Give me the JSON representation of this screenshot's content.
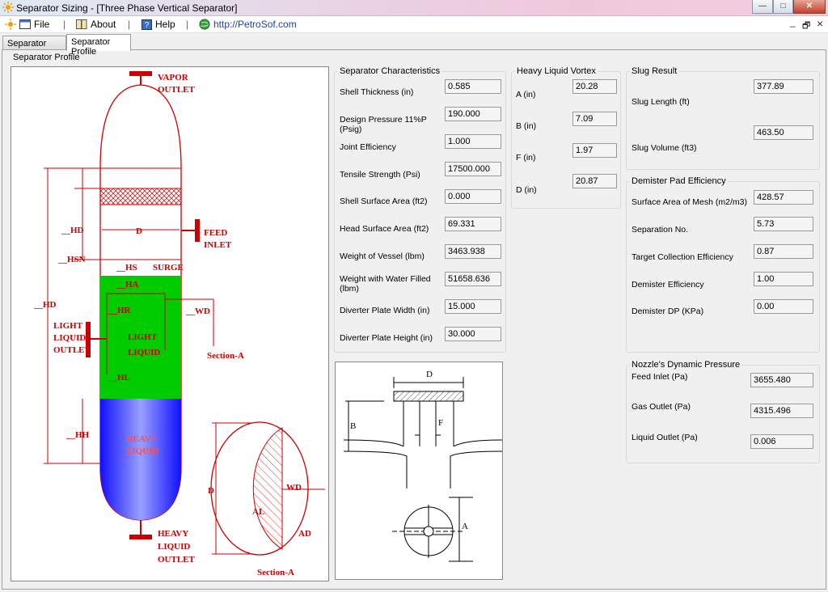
{
  "window": {
    "title": "Separator Sizing - [Three Phase Vertical Separator]",
    "minimize": "0",
    "maximize": "1",
    "close": "r"
  },
  "menu": {
    "file": "File",
    "about": "About",
    "help": "Help",
    "link": "http://PetroSof.com",
    "sep": "|",
    "mdi_min": "_",
    "mdi_restore": "🗗",
    "mdi_close": "×"
  },
  "tabs": [
    "Separator Sizing",
    "Separator Profile"
  ],
  "page_title": "Separator Profile",
  "characteristics": {
    "title": "Separator Characteristics",
    "fields": [
      {
        "label": "Shell Thickness (in)",
        "value": "0.585"
      },
      {
        "label": "Design Pressure 11%P (Psig)",
        "value": "190.000"
      },
      {
        "label": "Joint Efficiency",
        "value": "1.000"
      },
      {
        "label": "Tensile Strength (Psi)",
        "value": "17500.000"
      },
      {
        "label": "Shell Surface Area (ft2)",
        "value": "0.000"
      },
      {
        "label": "Head Surface Area (ft2)",
        "value": "69.331"
      },
      {
        "label": "Weight of Vessel (lbm)",
        "value": "3463.938"
      },
      {
        "label": "Weight with Water Filled (lbm)",
        "value": "51658.636"
      },
      {
        "label": "Diverter Plate Width (in)",
        "value": "15.000"
      },
      {
        "label": "Diverter Plate Height (in)",
        "value": "30.000"
      }
    ]
  },
  "vortex": {
    "title": "Heavy Liquid Vortex",
    "fields": [
      {
        "label": "A (in)",
        "value": "20.28"
      },
      {
        "label": "B (in)",
        "value": "7.09"
      },
      {
        "label": "F (in)",
        "value": "1.97"
      },
      {
        "label": "D (in)",
        "value": "20.87"
      }
    ]
  },
  "slug": {
    "title": "Slug Result",
    "fields": [
      {
        "label": "Slug Length (ft)",
        "value": "377.89"
      },
      {
        "label": "Slug Volume (ft3)",
        "value": "463.50"
      }
    ]
  },
  "demister": {
    "title": "Demister Pad Efficiency",
    "fields": [
      {
        "label": "Surface Area of Mesh (m2/m3)",
        "value": "428.57"
      },
      {
        "label": "Separation No.",
        "value": "5.73"
      },
      {
        "label": "Target Collection Efficiency",
        "value": "0.87"
      },
      {
        "label": "Demister Efficiency",
        "value": "1.00"
      },
      {
        "label": "Demister DP (KPa)",
        "value": "0.00"
      }
    ]
  },
  "nozzle": {
    "title": "Nozzle's Dynamic Pressure",
    "fields": [
      {
        "label": "Feed Inlet (Pa)",
        "value": "3655.480"
      },
      {
        "label": "Gas Outlet (Pa)",
        "value": "4315.496"
      },
      {
        "label": "Liquid Outlet (Pa)",
        "value": "0.006"
      }
    ]
  },
  "diagram_labels": {
    "vapor1": "VAPOR",
    "vapor2": "OUTLET",
    "feed1": "FEED",
    "feed2": "INLET",
    "surge": "SURGE",
    "light1": "LIGHT",
    "light2": "LIQUID",
    "light3": "OUTLET",
    "lightin1": "LIGHT",
    "lightin2": "LIQUID",
    "heavyin1": "HEAVY",
    "heavyin2": "LIQUID",
    "heavyout1": "HEAVY",
    "heavyout2": "LIQUID",
    "heavyout3": "OUTLET",
    "hd": "HD",
    "hd2": "__HD",
    "hsn": "__HSN",
    "hs": "__HS",
    "ha": "__HA",
    "hr": "__HR",
    "hl": "__HL",
    "hh": "__HH",
    "d": "D",
    "wd": "__WD",
    "section": "Section-A",
    "section2": "Section-A",
    "sd": "D",
    "sal": "AL",
    "swd": "WD",
    "sad": "AD"
  },
  "vortex_labels": {
    "d": "D",
    "b": "B",
    "f": "F",
    "a": "A"
  },
  "colors": {
    "red": "#cc0000",
    "green": "#00cc00",
    "blue": "#1a1aff"
  }
}
